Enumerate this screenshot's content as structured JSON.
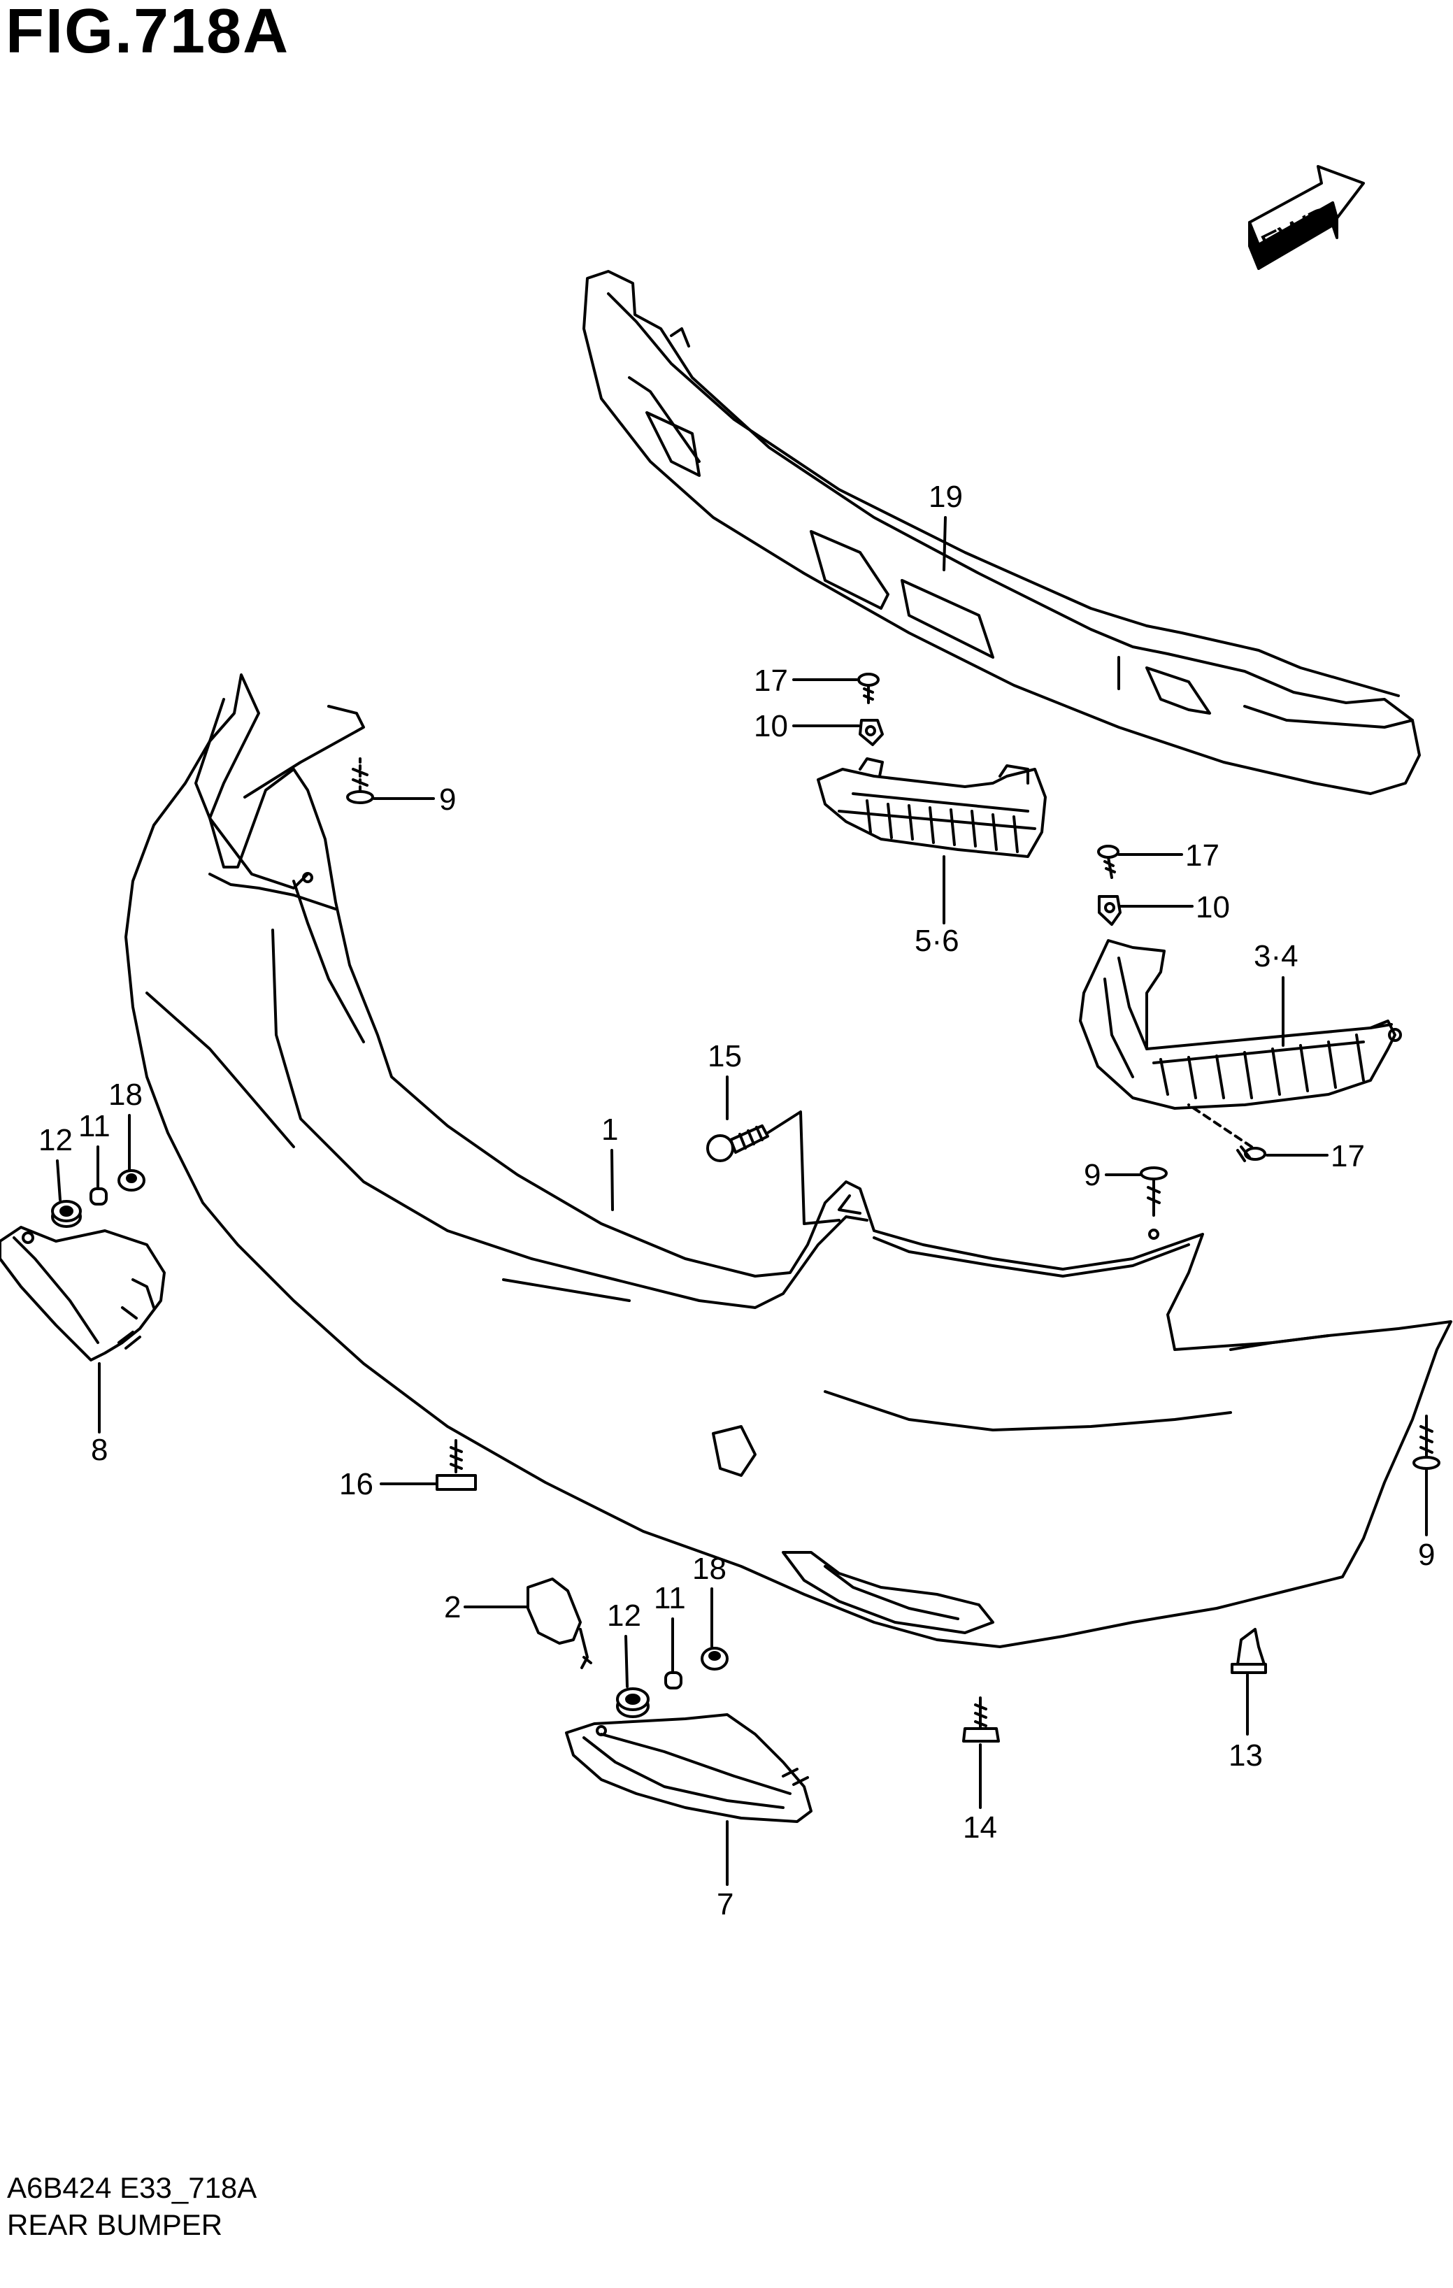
{
  "figure": {
    "title": "FIG.718A",
    "code": "A6B424 E33_718A",
    "name": "REAR BUMPER",
    "fwd_label": "FWD"
  },
  "callouts": [
    "1",
    "2",
    "3·4",
    "5·6",
    "7",
    "8",
    "9",
    "9",
    "9",
    "10",
    "10",
    "11",
    "11",
    "12",
    "12",
    "13",
    "14",
    "15",
    "16",
    "17",
    "17",
    "17",
    "18",
    "18",
    "19"
  ]
}
